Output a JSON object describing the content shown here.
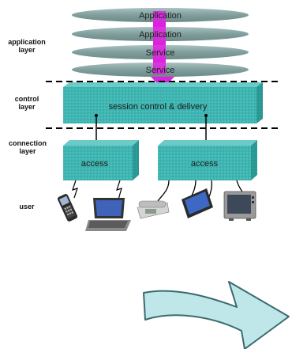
{
  "layers": {
    "application": "application\nlayer",
    "control": "control\nlayer",
    "connection": "connection\nlayer",
    "user": "user"
  },
  "service_stack": [
    "Application",
    "Application",
    "Service",
    "Service"
  ],
  "control_box": "session control & delivery",
  "access_boxes": [
    "access",
    "access"
  ],
  "devices": [
    "mobile-phone-icon",
    "laptop-icon",
    "desk-phone-icon",
    "handheld-device-icon",
    "television-icon"
  ],
  "colors": {
    "box": "#3fb8b4",
    "box_dark": "#1f8f8d",
    "ellipse": "#7d9c9a",
    "connector": "#e020e0",
    "arrow": "#bfe6e8",
    "dash": "#000000"
  }
}
